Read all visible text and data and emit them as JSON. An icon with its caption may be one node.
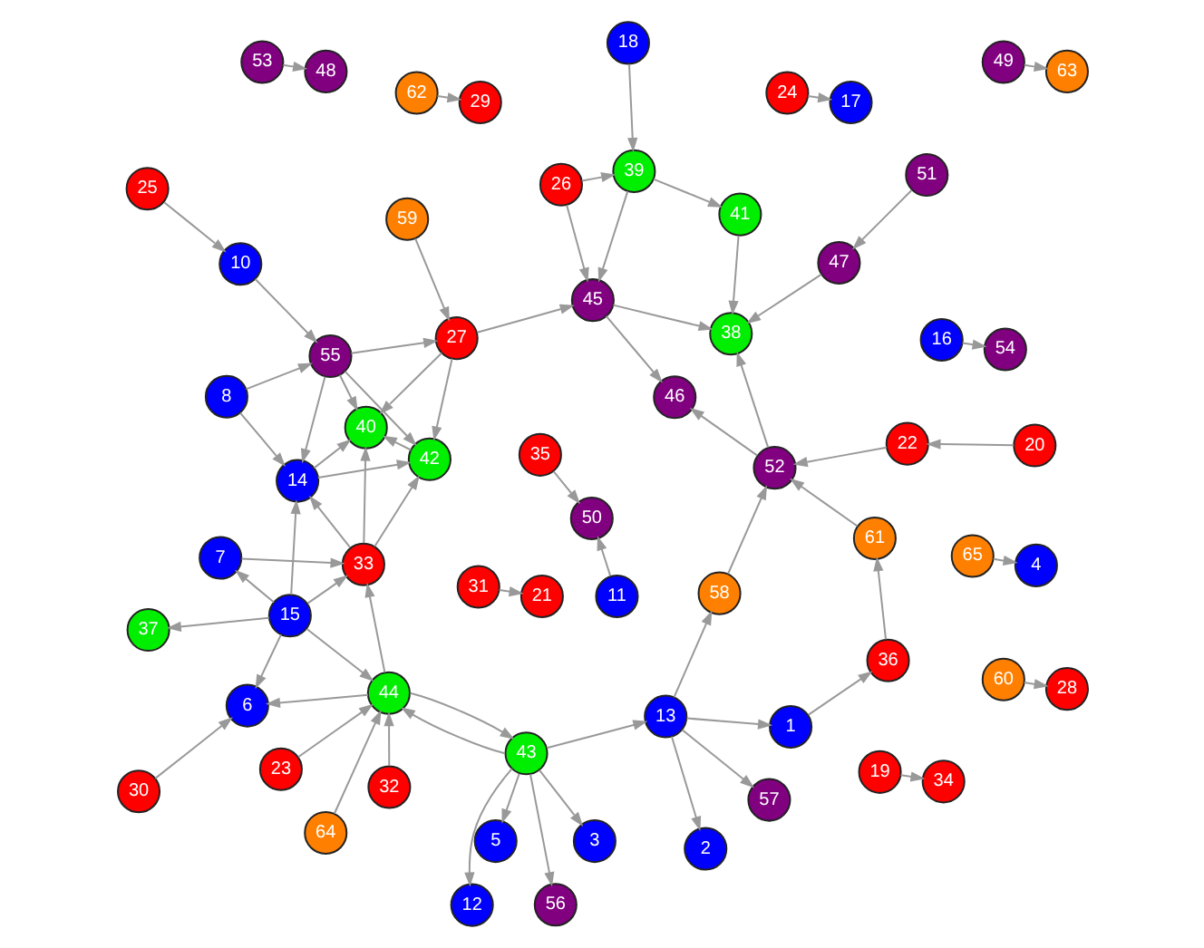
{
  "diagram": {
    "nodes": [
      {
        "text": [
          "43"
        ]
      },
      {
        "text": [
          "13"
        ]
      },
      {
        "text": [
          "44"
        ]
      },
      {
        "text": [
          "5"
        ]
      },
      {
        "text": [
          "3"
        ]
      },
      {
        "text": [
          "64"
        ]
      },
      {
        "text": [
          "12"
        ]
      },
      {
        "text": [
          "32"
        ]
      },
      {
        "text": [
          "56"
        ]
      },
      {
        "text": [
          "57"
        ]
      },
      {
        "text": [
          "2"
        ]
      },
      {
        "text": [
          "23"
        ]
      },
      {
        "text": [
          "1"
        ]
      },
      {
        "text": [
          "31"
        ]
      },
      {
        "text": [
          "20"
        ]
      },
      {
        "text": [
          "58"
        ]
      },
      {
        "text": [
          "16"
        ]
      },
      {
        "text": [
          "19"
        ]
      },
      {
        "text": [
          "22"
        ]
      },
      {
        "text": [
          "21"
        ]
      },
      {
        "text": [
          "65"
        ]
      },
      {
        "text": [
          "4"
        ]
      },
      {
        "text": [
          "30"
        ]
      },
      {
        "text": [
          "24"
        ]
      },
      {
        "text": [
          "54"
        ]
      },
      {
        "text": [
          "25"
        ]
      },
      {
        "text": [
          "6"
        ]
      },
      {
        "text": [
          "34"
        ]
      },
      {
        "text": [
          "36"
        ]
      },
      {
        "text": [
          "15"
        ]
      },
      {
        "text": [
          "17"
        ]
      },
      {
        "text": [
          "37"
        ]
      },
      {
        "text": [
          "62"
        ]
      },
      {
        "text": [
          "61"
        ]
      },
      {
        "text": [
          "52"
        ]
      },
      {
        "text": [
          "35"
        ]
      },
      {
        "text": [
          "7"
        ]
      },
      {
        "text": [
          "10"
        ]
      },
      {
        "text": [
          "29"
        ]
      },
      {
        "text": [
          "60"
        ]
      },
      {
        "text": [
          "50"
        ]
      },
      {
        "text": [
          "51"
        ]
      },
      {
        "text": [
          "28"
        ]
      },
      {
        "text": [
          "11"
        ]
      },
      {
        "text": [
          "47"
        ]
      },
      {
        "text": [
          "49"
        ]
      },
      {
        "text": [
          "63"
        ]
      },
      {
        "text": [
          "33"
        ]
      },
      {
        "text": [
          "14"
        ]
      },
      {
        "text": [
          "8"
        ]
      },
      {
        "text": [
          "53"
        ]
      },
      {
        "text": [
          "48"
        ]
      },
      {
        "text": [
          "41"
        ]
      },
      {
        "text": [
          "38"
        ]
      },
      {
        "text": [
          "46"
        ]
      },
      {
        "text": [
          "55"
        ]
      },
      {
        "text": [
          "18"
        ]
      },
      {
        "text": [
          "59"
        ]
      },
      {
        "text": [
          "39"
        ]
      },
      {
        "text": [
          "45"
        ]
      },
      {
        "text": [
          "40"
        ]
      },
      {
        "text": [
          "42"
        ]
      },
      {
        "text": [
          "27"
        ]
      },
      {
        "text": [
          "26"
        ]
      }
    ],
    "edges": [
      {
        "from": 0,
        "to": 1,
        "arrow": "to"
      },
      {
        "from": 2,
        "to": 0,
        "arrow": "to"
      },
      {
        "from": 5,
        "to": 2,
        "arrow": "to"
      },
      {
        "from": 7,
        "to": 2,
        "arrow": "to"
      },
      {
        "from": 11,
        "to": 2,
        "arrow": "to"
      },
      {
        "from": 29,
        "to": 2,
        "arrow": "to"
      },
      {
        "from": 2,
        "to": 26,
        "arrow": "to"
      },
      {
        "from": 0,
        "to": 4,
        "arrow": "to"
      },
      {
        "from": 0,
        "to": 6,
        "arrow": "to"
      },
      {
        "from": 0,
        "to": 3,
        "arrow": "to"
      },
      {
        "from": 0,
        "to": 8,
        "arrow": "to"
      },
      {
        "from": 1,
        "to": 10,
        "arrow": "to"
      },
      {
        "from": 1,
        "to": 15,
        "arrow": "to"
      },
      {
        "from": 1,
        "to": 9,
        "arrow": "to"
      },
      {
        "from": 1,
        "to": 12,
        "arrow": "to"
      },
      {
        "from": 15,
        "to": 34,
        "arrow": "to"
      },
      {
        "from": 18,
        "to": 34,
        "arrow": "to"
      },
      {
        "from": 33,
        "to": 34,
        "arrow": "to"
      },
      {
        "from": 34,
        "to": 53,
        "arrow": "to"
      },
      {
        "from": 34,
        "to": 54,
        "arrow": "to"
      },
      {
        "from": 44,
        "to": 53,
        "arrow": "to"
      },
      {
        "from": 52,
        "to": 53,
        "arrow": "to"
      },
      {
        "from": 59,
        "to": 54,
        "arrow": "to"
      },
      {
        "from": 59,
        "to": 53,
        "arrow": "to"
      },
      {
        "from": 58,
        "to": 59,
        "arrow": "to"
      },
      {
        "from": 63,
        "to": 59,
        "arrow": "to"
      },
      {
        "from": 62,
        "to": 59,
        "arrow": "to"
      },
      {
        "from": 58,
        "to": 52,
        "arrow": "to"
      },
      {
        "from": 56,
        "to": 58,
        "arrow": "to"
      },
      {
        "from": 63,
        "to": 58,
        "arrow": "to"
      },
      {
        "from": 57,
        "to": 62,
        "arrow": "to"
      },
      {
        "from": 55,
        "to": 62,
        "arrow": "to"
      },
      {
        "from": 49,
        "to": 55,
        "arrow": "to"
      },
      {
        "from": 37,
        "to": 55,
        "arrow": "to"
      },
      {
        "from": 55,
        "to": 48,
        "arrow": "to"
      },
      {
        "from": 49,
        "to": 48,
        "arrow": "to"
      },
      {
        "from": 47,
        "to": 48,
        "arrow": "to"
      },
      {
        "from": 55,
        "to": 61,
        "arrow": "to"
      },
      {
        "from": 55,
        "to": 60,
        "arrow": "to"
      },
      {
        "from": 47,
        "to": 60,
        "arrow": "to"
      },
      {
        "from": 48,
        "to": 60,
        "arrow": "to"
      },
      {
        "from": 47,
        "to": 61,
        "arrow": "to"
      },
      {
        "from": 48,
        "to": 61,
        "arrow": "to"
      },
      {
        "from": 61,
        "to": 60,
        "arrow": "to"
      },
      {
        "from": 62,
        "to": 61,
        "arrow": "to"
      },
      {
        "from": 62,
        "to": 60,
        "arrow": "to"
      },
      {
        "from": 29,
        "to": 47,
        "arrow": "to"
      },
      {
        "from": 29,
        "to": 48,
        "arrow": "to"
      },
      {
        "from": 29,
        "to": 26,
        "arrow": "to"
      },
      {
        "from": 29,
        "to": 31,
        "arrow": "to"
      },
      {
        "from": 29,
        "to": 36,
        "arrow": "to"
      },
      {
        "from": 36,
        "to": 47,
        "arrow": "to"
      },
      {
        "from": 2,
        "to": 47,
        "arrow": "to"
      },
      {
        "from": 0,
        "to": 2,
        "arrow": "to"
      },
      {
        "from": 22,
        "to": 26,
        "arrow": "to"
      },
      {
        "from": 17,
        "to": 27,
        "arrow": "to"
      },
      {
        "from": 13,
        "to": 19,
        "arrow": "to"
      },
      {
        "from": 20,
        "to": 21,
        "arrow": "to"
      },
      {
        "from": 23,
        "to": 30,
        "arrow": "to"
      },
      {
        "from": 32,
        "to": 38,
        "arrow": "to"
      },
      {
        "from": 35,
        "to": 40,
        "arrow": "to"
      },
      {
        "from": 39,
        "to": 42,
        "arrow": "to"
      },
      {
        "from": 43,
        "to": 40,
        "arrow": "to"
      },
      {
        "from": 41,
        "to": 44,
        "arrow": "to"
      },
      {
        "from": 45,
        "to": 46,
        "arrow": "to"
      },
      {
        "from": 50,
        "to": 51,
        "arrow": "to"
      },
      {
        "from": 16,
        "to": 24,
        "arrow": "to"
      },
      {
        "from": 14,
        "to": 18,
        "arrow": "to"
      },
      {
        "from": 28,
        "to": 33,
        "arrow": "to"
      },
      {
        "from": 25,
        "to": 37,
        "arrow": "to"
      },
      {
        "from": 12,
        "to": 28,
        "arrow": "to"
      }
    ]
  }
}
